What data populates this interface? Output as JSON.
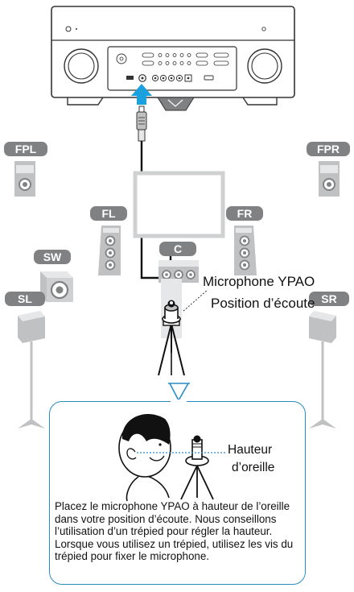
{
  "speakers": {
    "fpl": "FPL",
    "fpr": "FPR",
    "fl": "FL",
    "fr": "FR",
    "sw": "SW",
    "c": "C",
    "sl": "SL",
    "sr": "SR"
  },
  "callouts": {
    "microphone": "Microphone YPAO",
    "listening_position": "Position d’écoute",
    "ear_height_line1": "Hauteur",
    "ear_height_line2": "d’oreille"
  },
  "note": "Placez le microphone YPAO à hauteur de l’oreille dans votre position d’écoute. Nous conseillons l’utilisation d’un trépied pour régler la hauteur. Lorsque vous utilisez un trépied, utilisez les vis du trépied pour fixer le microphone.",
  "colors": {
    "label_bg": "#7f8183",
    "speaker_light": "#e6e7e8",
    "speaker_mid": "#bfc1c3",
    "accent_blue": "#2a8cc6",
    "arrow_blue": "#1aa0dc",
    "tv": "#d9dadb"
  }
}
